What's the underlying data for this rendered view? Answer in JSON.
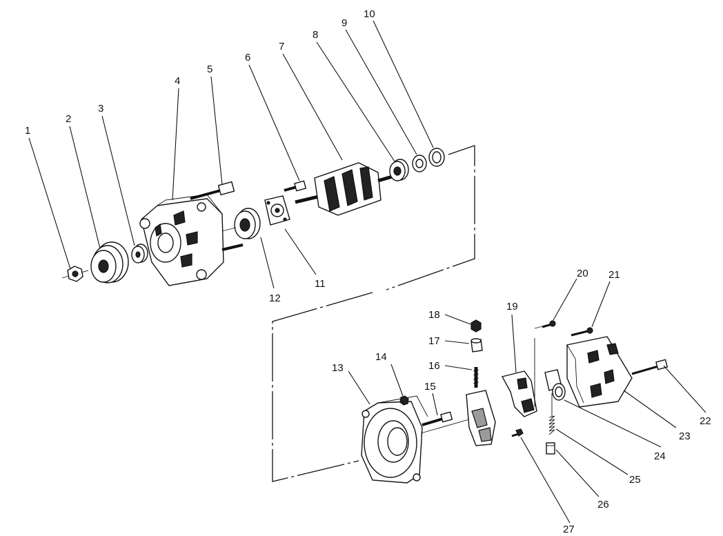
{
  "callouts": [
    {
      "number": "1"
    },
    {
      "number": "2"
    },
    {
      "number": "3"
    },
    {
      "number": "4"
    },
    {
      "number": "5"
    },
    {
      "number": "6"
    },
    {
      "number": "7"
    },
    {
      "number": "8"
    },
    {
      "number": "9"
    },
    {
      "number": "10"
    },
    {
      "number": "11"
    },
    {
      "number": "12"
    },
    {
      "number": "13"
    },
    {
      "number": "14"
    },
    {
      "number": "15"
    },
    {
      "number": "16"
    },
    {
      "number": "17"
    },
    {
      "number": "18"
    },
    {
      "number": "19"
    },
    {
      "number": "20"
    },
    {
      "number": "21"
    },
    {
      "number": "22"
    },
    {
      "number": "23"
    },
    {
      "number": "24"
    },
    {
      "number": "25"
    },
    {
      "number": "26"
    },
    {
      "number": "27"
    }
  ]
}
